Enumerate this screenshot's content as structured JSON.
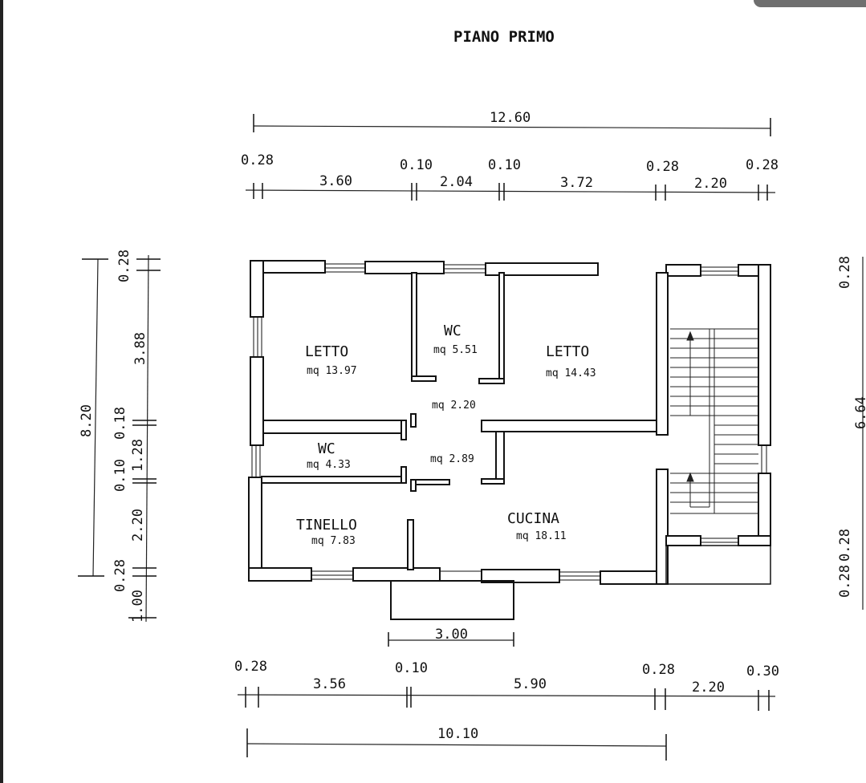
{
  "title": "PIANO PRIMO",
  "rooms": [
    {
      "name": "LETTO",
      "area": "mq 13.97"
    },
    {
      "name": "WC",
      "area": "mq 5.51"
    },
    {
      "name": "LETTO",
      "area": "mq 14.43"
    },
    {
      "name": "",
      "area": "mq 2.20"
    },
    {
      "name": "WC",
      "area": "mq 4.33"
    },
    {
      "name": "",
      "area": "mq 2.89"
    },
    {
      "name": "TINELLO",
      "area": "mq 7.83"
    },
    {
      "name": "CUCINA",
      "area": "mq 18.11"
    }
  ],
  "dims_top": {
    "total": "12.60",
    "segments": [
      "0.28",
      "3.60",
      "0.10",
      "2.04",
      "0.10",
      "3.72",
      "0.28",
      "2.20",
      "0.28"
    ]
  },
  "dims_bottom": {
    "balcony": "3.00",
    "segments": [
      "0.28",
      "3.56",
      "0.10",
      "5.90",
      "0.28",
      "2.20",
      "0.30"
    ],
    "total": "10.10"
  },
  "dims_left": {
    "total": "8.20",
    "segments": [
      "0.28",
      "3.88",
      "0.18",
      "1.28",
      "0.10",
      "2.20",
      "0.28",
      "1.00"
    ]
  },
  "dims_right": {
    "segments": [
      "0.28",
      "6.64",
      "0.28",
      "0.28"
    ]
  }
}
